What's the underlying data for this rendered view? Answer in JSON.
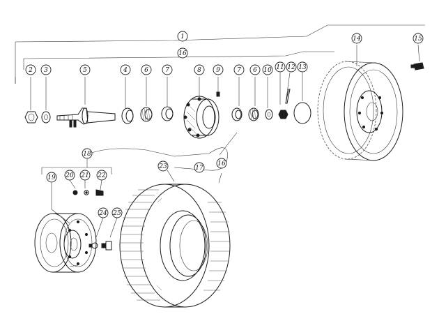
{
  "diagram": {
    "callouts": [
      {
        "id": "c1",
        "label": "1"
      },
      {
        "id": "c2",
        "label": "2"
      },
      {
        "id": "c3",
        "label": "3"
      },
      {
        "id": "c4",
        "label": "4"
      },
      {
        "id": "c5",
        "label": "5"
      },
      {
        "id": "c6",
        "label": "6"
      },
      {
        "id": "c7",
        "label": "7"
      },
      {
        "id": "c8",
        "label": "8"
      },
      {
        "id": "c9",
        "label": "9"
      },
      {
        "id": "c7b",
        "label": "7"
      },
      {
        "id": "c6b",
        "label": "6"
      },
      {
        "id": "c10",
        "label": "10"
      },
      {
        "id": "c11",
        "label": "11"
      },
      {
        "id": "c12",
        "label": "12"
      },
      {
        "id": "c13",
        "label": "13"
      },
      {
        "id": "c14",
        "label": "14"
      },
      {
        "id": "c15",
        "label": "15"
      },
      {
        "id": "c16",
        "label": "16"
      },
      {
        "id": "c16b",
        "label": "16"
      },
      {
        "id": "c17",
        "label": "17"
      },
      {
        "id": "c18",
        "label": "18"
      },
      {
        "id": "c19",
        "label": "19"
      },
      {
        "id": "c20",
        "label": "20"
      },
      {
        "id": "c21",
        "label": "21"
      },
      {
        "id": "c22",
        "label": "22"
      },
      {
        "id": "c23",
        "label": "23"
      },
      {
        "id": "c24",
        "label": "24"
      },
      {
        "id": "c25",
        "label": "25"
      }
    ]
  }
}
